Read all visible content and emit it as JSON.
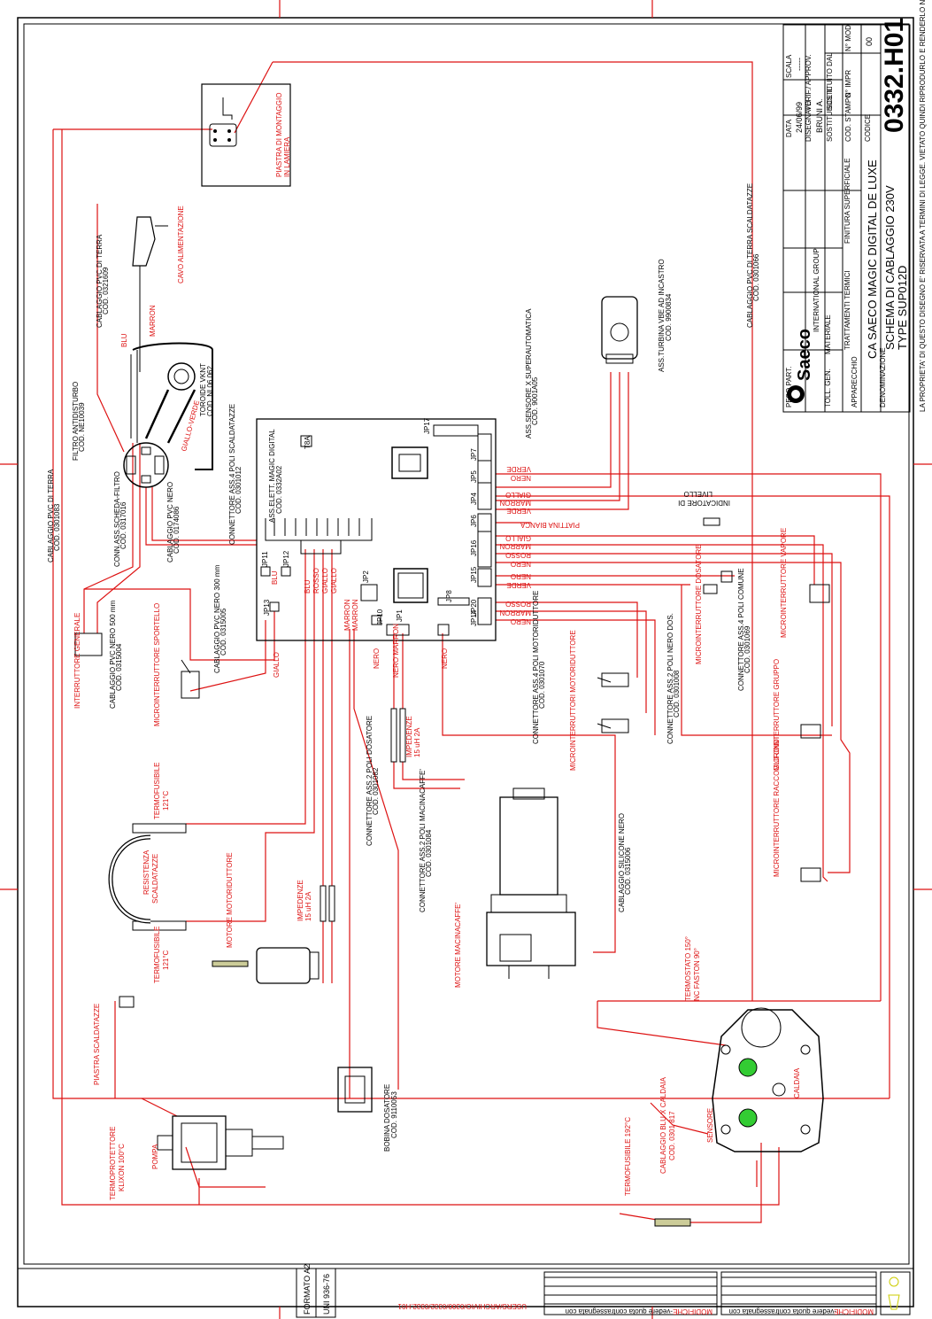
{
  "title_block": {
    "data_label": "DATA",
    "data": "24/06/99",
    "scala_label": "SCALA",
    "scala": "-----",
    "disegnato_label": "DISEGNATO",
    "disegnato": "BRUNI A.",
    "verif_label": "VERIF./ APPROV.",
    "sostituisce_label": "SOSTITUISCE IL",
    "sostituito_label": "SOSTITUITO DAL",
    "cod_stampo_label": "COD. STAMPO",
    "n_impr_label": "N° IMPR",
    "n_mod_label": "N° MOD.",
    "n_mod": "00",
    "codice_label": "CODICE",
    "codice": "0332.H01",
    "peso_label": "PESO PART.",
    "materiale_label": "MATERIALE",
    "toll_label": "TOLL. GEN.",
    "trattamenti_label": "TRATTAMENTI TERMICI",
    "finitura_label": "FINITURA SUPERFICIALE",
    "apparecchio_label": "APPARECCHIO",
    "apparecchio": "CA SAECO MAGIC DIGITAL DE LUXE",
    "denominazione_label": "DENOMINAZIONE",
    "denominazione": "SCHEMA DI CABLAGGIO 230V",
    "type": "TYPE SUP012D",
    "logo": "Saeco",
    "logo_sub": "INTERNATIONAL GROUP",
    "property_notice": "LA PROPRIETA' DI QUESTO DISEGNO E' RISERVATA A TERMINI DI LEGGE. VIETATO QUINDI RIPRODURLO E RENDERLO NOTO A TERZI"
  },
  "footer": {
    "formato": "FORMATO A2",
    "uni": "UNI 936-76",
    "path": "USERS/ARCHIVIO/0300/0332/0332.H01",
    "modifiche_label": "MODIFICHE",
    "modifiche_note": "-vedere quota contrassegnata con"
  },
  "labels": {
    "piastra_montaggio": "PIASTRA DI MONTAGGIO",
    "in_lamiera": "IN LAMIERA",
    "cavo_alimentazione": "CAVO ALIMENTAZIONE",
    "cablaggio_terra_top": "CABLAGGIO PVC DI TERRA",
    "cod_0321609": "COD. 0321609",
    "marron": "MARRON",
    "blu": "BLU",
    "toroide": "TOROIDE VKNT",
    "toroide_cod": "COD. NL06.062",
    "giallo_verde": "GIALLO-VERDE",
    "filtro": "FILTRO ANTIDISTURBO",
    "filtro_cod": "COD. NE10039",
    "cablaggio_terra_left": "CABLAGGIO PVC DI TERRA",
    "cod_0301083": "COD. 0301083",
    "conn_scheda_filtro": "CONN.ASS.SCHEDA-FILTRO",
    "cod_0317016": "COD. 0317016",
    "cablaggio_nero_1": "CABLAGGIO PVC NERO",
    "cod_0174086": "COD. 0174086",
    "connettore_scaldatazze": "CONNETTORE ASS.4 POLI SCALDATAZZE",
    "cod_0301012": "COD. 0301012",
    "assieme_elett": "ASS.ELETT. MAGIC DIGITAL",
    "cod_0332a02": "COD. 0332A02",
    "t8a": "T8A",
    "sensore_superautomatica": "ASS.SENSORE X SUPERAUTOMATICA",
    "cod_9001a05": "COD. 9001A05",
    "turbina": "ASS.TURBINA VBE AD INCASTRO",
    "cod_9900834": "COD. 9900834",
    "cablaggio_scaldatazze": "CABLAGGIO PVC DI TERRA SCALDATAZZE",
    "cod_0301066": "COD. 0301066",
    "indicatore": "INDICATORE DI",
    "livello": "LIVELLO",
    "piattina_bianca": "PIATTINA BIANCA",
    "interruttore_generale": "INTERRUTTORE GENERALE",
    "cablaggio_nero_500": "CABLAGGIO PVC NERO 500 mm",
    "cod_0315004": "COD. 0315004",
    "micro_sportello": "MICROINTERRUTTORE SPORTELLO",
    "cablaggio_nero_300": "CABLAGGIO PVC NERO 300 mm",
    "cod_0315005": "COD. 0315005",
    "giallo": "GIALLO",
    "nero": "NERO",
    "nero_marron": "NERO MARRON",
    "impedenze_1": "IMPEDENZE",
    "impedenze_1_val": "15 uH 2A",
    "connettore_motoriduttore": "CONNETTORE ASS.4 POLI MOTORIDUTTORE",
    "cod_0301070": "COD. 0301070",
    "micro_motoriduttore": "MICROINTERRUTTORI MOTORIDUTTORE",
    "connettore_nero_dos": "CONNETTORE ASS.2 POLI NERO DOS.",
    "cod_0301008": "COD. 0301008",
    "micro_dosatore": "MICROINTERRUTTORE DOSATORE",
    "connettore_comune": "CONNETTORE ASS.4 POLI COMUNE",
    "cod_0301069": "COD. 0301069",
    "micro_vapore": "MICROINTERRUTTORE VAPORE",
    "micro_gruppo": "MICROINTERRUTTORE GRUPPO",
    "micro_raccoglifondi": "MICROINTERRUTTORE RACCOGLIFONDI",
    "termofusibile_top": "TERMOFUSIBILE",
    "termofusibile_top_val": "121°C",
    "resistenza": "RESISTENZA",
    "scaldatazze": "SCALDATAZZE",
    "termofusibile_bot": "TERMOFUSIBILE",
    "termofusibile_bot_val": "121°C",
    "motore_motoriduttore": "MOTORE MOTORIDUTTORE",
    "impedenze_2": "IMPEDENZE",
    "impedenze_2_val": "15 uH 2A",
    "connettore_dosatore": "CONNETTORE ASS.2 POLI DOSATORE",
    "cod_0301082": "COD. 0301082",
    "connettore_macinacaffe": "CONNETTORE ASS.2 POLI MACINACAFFE'",
    "cod_0301084": "COD. 0301084",
    "motore_macinacaffe": "MOTORE MACINACAFFE'",
    "cablaggio_silicone": "CABLAGGIO SILICONE NERO",
    "cod_0315006": "COD. 0315006",
    "termostato": "TERMOSTATO 150°",
    "termostato_sub": "NC FASTON 90°",
    "piastra_scaldatazze": "PIASTRA SCALDATAZZE",
    "bobina": "BOBINA DOSATORE",
    "cod_9110053": "COD. 9110053",
    "termoprotettore": "TERMOPROTETTORE",
    "klixon": "KLIXON 100°C",
    "pompa": "POMPA",
    "caldaia": "CALDAIA",
    "sensore": "SENSORE",
    "cablaggio_blu_caldaia": "CABLAGGIO BLU X CALDAIA",
    "cod_0301817": "COD. 0301 817",
    "termofusibile_caldaia": "TERMOFUSIBILE 192°C"
  },
  "jumpers": {
    "jp1": "JP1",
    "jp2": "JP2",
    "jp4": "JP4",
    "jp5": "JP5",
    "jp6": "JP6",
    "jp7": "JP7",
    "jp8": "JP8",
    "jp10": "JP10",
    "jp11": "JP11",
    "jp12": "JP12",
    "jp13": "JP13",
    "jp14": "JP14",
    "jp15": "JP15",
    "jp16": "JP16",
    "jp17": "JP17",
    "jp20": "JP20"
  },
  "wire_colors": {
    "jp3": [
      "VERDE",
      "NERO"
    ],
    "jp4": [
      "GIALLO",
      "MARRON",
      "VERDE"
    ],
    "jp16": [
      "GIALLO",
      "MARRON",
      "ROSSO",
      "NERO"
    ],
    "jp15": [
      "NERO",
      "VERDE"
    ],
    "jp20": [
      "ROSSO",
      "MARRON",
      "NERO"
    ],
    "jp11": [
      "BLU",
      "ROSSO",
      "GIALLO",
      "GIALLO"
    ],
    "jp10": [
      "MARRON",
      "MARRON"
    ]
  },
  "colors": {
    "wire": "#dd1111",
    "line": "#000000",
    "indicator": "#33cc33"
  }
}
